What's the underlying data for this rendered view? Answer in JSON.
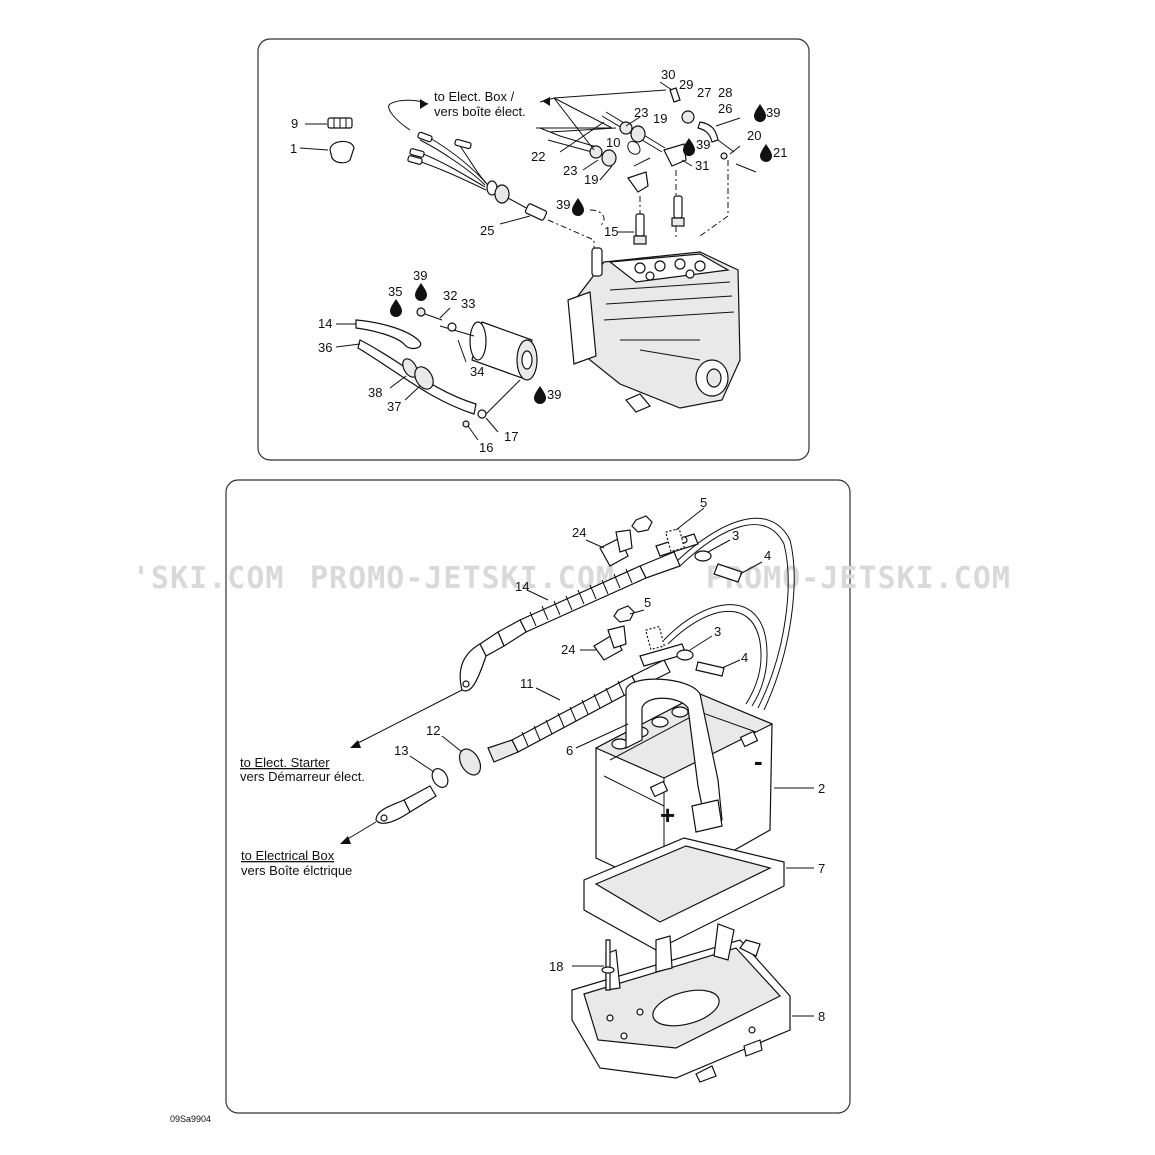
{
  "watermark": [
    "'SKI.COM",
    "PROMO-JETSKI.COM",
    "PROMO-JETSKI.COM"
  ],
  "reference_code": "09Sa9904",
  "top_panel": {
    "note_elect_box_line1": "to Elect. Box /",
    "note_elect_box_line2": "vers boîte élect.",
    "callouts": {
      "c30": "30",
      "c29": "29",
      "c27": "27",
      "c28": "28",
      "c26": "26",
      "c39a": "39",
      "c23a": "23",
      "c19a": "19",
      "c9": "9",
      "c1": "1",
      "c20": "20",
      "c21": "21",
      "c10": "10",
      "c39b": "39",
      "c22": "22",
      "c31": "31",
      "c23b": "23",
      "c19b": "19",
      "c39c": "39",
      "c25": "25",
      "c15": "15",
      "c39d": "39",
      "c35": "35",
      "c32": "32",
      "c33": "33",
      "c14": "14",
      "c36": "36",
      "c34": "34",
      "c38": "38",
      "c39e": "39",
      "c37": "37",
      "c17": "17",
      "c16": "16"
    }
  },
  "bottom_panel": {
    "note_starter_line1": "to Elect. Starter",
    "note_starter_line2": "vers Démarreur élect.",
    "note_box_line1": "to Electrical Box",
    "note_box_line2": "vers Boîte élctrique",
    "callouts": {
      "c5a": "5",
      "c24a": "24",
      "c3a": "3",
      "c4a": "4",
      "c14": "14",
      "c5b": "5",
      "c24b": "24",
      "c3b": "3",
      "c4b": "4",
      "c11": "11",
      "c12": "12",
      "c6": "6",
      "c13": "13",
      "c2": "2",
      "c7": "7",
      "c18": "18",
      "c8": "8"
    },
    "polarity_plus": "+",
    "polarity_minus": "-"
  }
}
